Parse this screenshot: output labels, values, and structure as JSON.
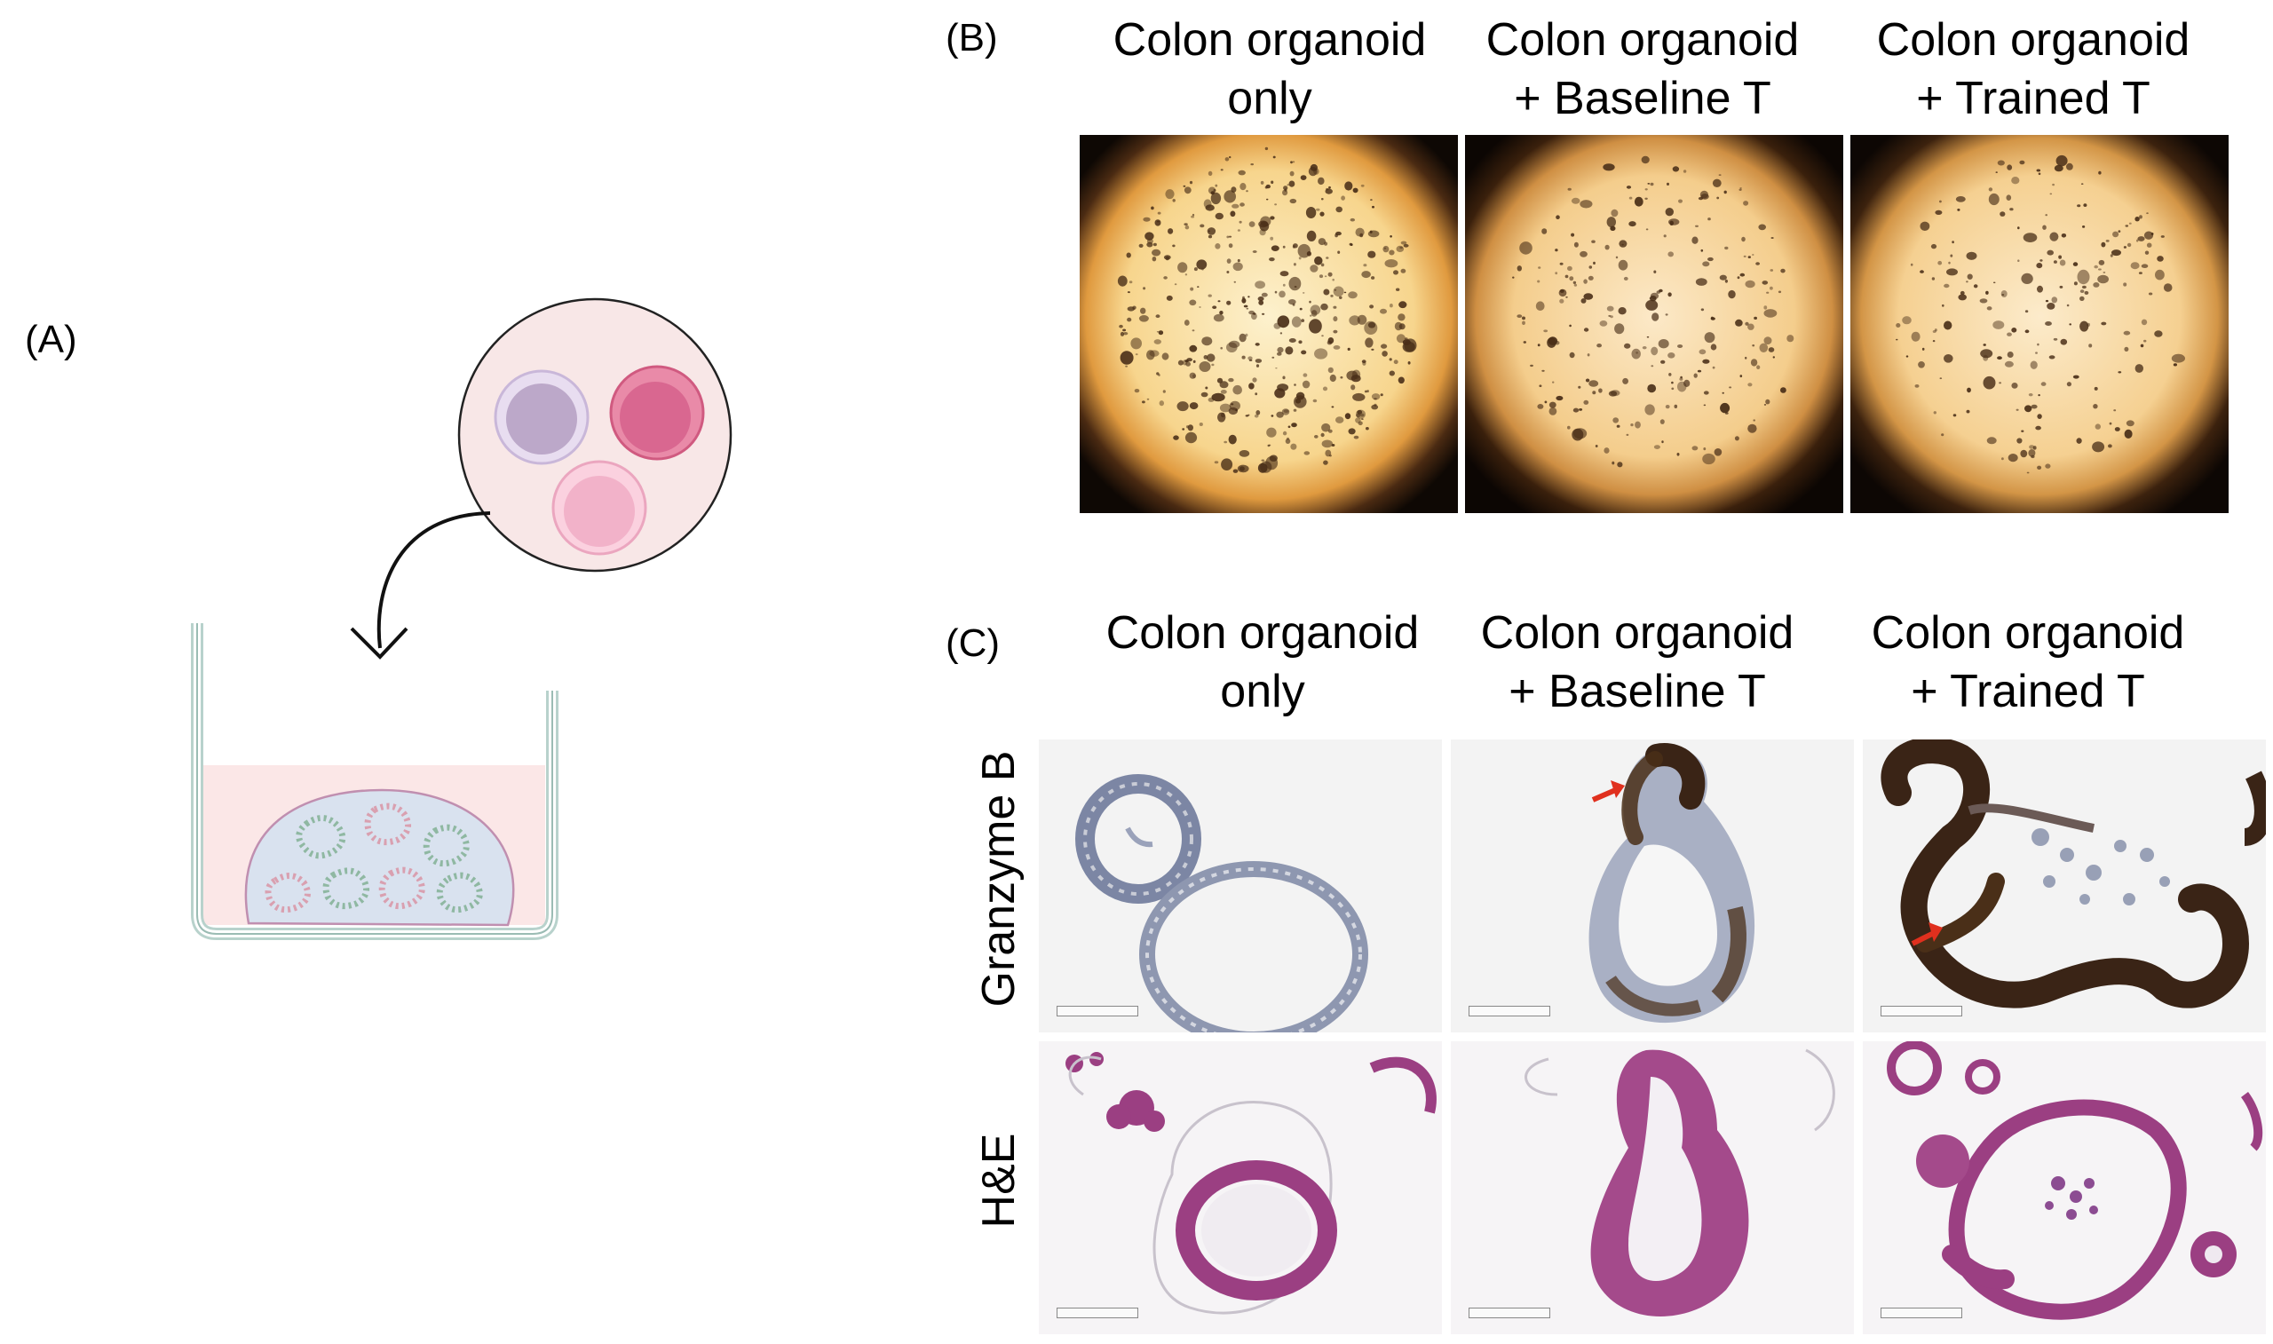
{
  "panels": {
    "a": {
      "label": "(A)"
    },
    "b": {
      "label": "(B)",
      "columns": [
        {
          "line1": "Colon organoid",
          "line2": "only"
        },
        {
          "line1": "Colon organoid",
          "line2": "+ Baseline T"
        },
        {
          "line1": "Colon organoid",
          "line2": "+ Trained T"
        }
      ]
    },
    "c": {
      "label": "(C)",
      "columns": [
        {
          "line1": "Colon organoid",
          "line2": "only"
        },
        {
          "line1": "Colon organoid",
          "line2": "+ Baseline T"
        },
        {
          "line1": "Colon organoid",
          "line2": "+ Trained T"
        }
      ],
      "rows": [
        "Granzyme B",
        "H&E"
      ]
    }
  },
  "colors": {
    "brightfield_center": "#fdf0c8",
    "brightfield_edge": "#e2a44a",
    "organoid_brown": "#4a2f18",
    "dab_brown": "#3a2416",
    "hematoxylin_blue": "#8e97b0",
    "eosin_purple": "#9b3f82",
    "cell_purple": "#b9a6c8",
    "cell_red": "#d8688f",
    "cell_pink": "#f2b3cb",
    "arrow_red": "#e0301e"
  }
}
